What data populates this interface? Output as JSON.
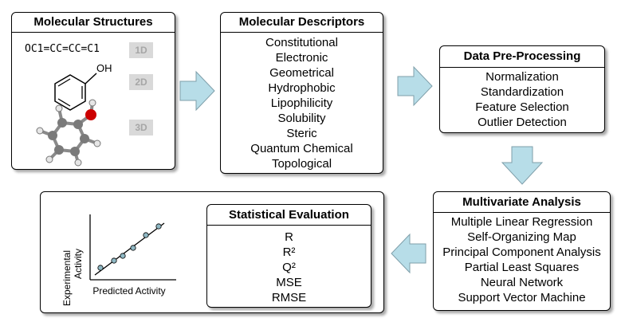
{
  "molecular_structures": {
    "title": "Molecular Structures",
    "smiles": "OC1=CC=CC=C1",
    "oh_label": "OH",
    "tags": [
      "1D",
      "2D",
      "3D"
    ]
  },
  "molecular_descriptors": {
    "title": "Molecular Descriptors",
    "items": [
      "Constitutional",
      "Electronic",
      "Geometrical",
      "Hydrophobic",
      "Lipophilicity",
      "Solubility",
      "Steric",
      "Quantum Chemical",
      "Topological"
    ]
  },
  "data_preprocessing": {
    "title": "Data Pre-Processing",
    "items": [
      "Normalization",
      "Standardization",
      "Feature Selection",
      "Outlier Detection"
    ]
  },
  "multivariate_analysis": {
    "title": "Multivariate Analysis",
    "items": [
      "Multiple Linear Regression",
      "Self-Organizing Map",
      "Principal Component Analysis",
      "Partial Least Squares",
      "Neural Network",
      "Support Vector Machine"
    ]
  },
  "statistical_evaluation": {
    "title": "Statistical Evaluation",
    "items": [
      "R",
      "R²",
      "Q²",
      "MSE",
      "RMSE"
    ]
  },
  "plot": {
    "ylabel_line1": "Experimental",
    "ylabel_line2": "Activity",
    "xlabel": "Predicted Activity"
  },
  "colors": {
    "arrow_fill": "#b7dde8",
    "arrow_stroke": "#7f9faa",
    "tag_bg": "#d9d9d9",
    "oxygen": "#cc0000",
    "point_fill": "#8fb8c4"
  }
}
